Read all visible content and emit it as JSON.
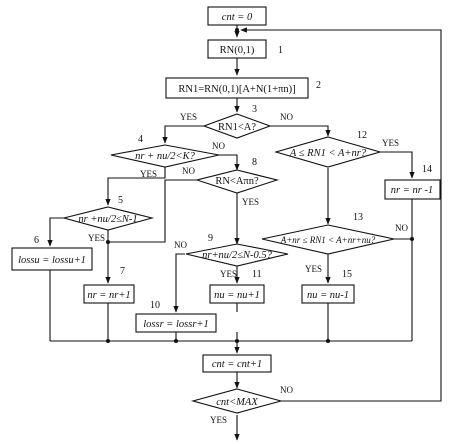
{
  "nodes": {
    "n_cnt0": {
      "text": "cnt = 0"
    },
    "n1": {
      "text": "RN(0,1)",
      "num": "1"
    },
    "n2": {
      "text": "RN1=RN(0,1)[A+N(1+πn)]",
      "num": "2"
    },
    "n3": {
      "text": "RN1<A?",
      "num": "3"
    },
    "n4": {
      "text": "nr + nu/2<K?",
      "num": "4"
    },
    "n5": {
      "text": "nr +nu/2≤N-1",
      "num": "5"
    },
    "n6": {
      "text": "lossu = lossu+1",
      "num": "6"
    },
    "n7": {
      "text": "nr = nr+1",
      "num": "7"
    },
    "n8": {
      "text": "RN<Aπn?",
      "num": "8"
    },
    "n9": {
      "text": "nr+nu/2≤N-0.5?",
      "num": "9"
    },
    "n10": {
      "text": "lossr = lossr+1",
      "num": "10"
    },
    "n11": {
      "text": "nu = nu+1",
      "num": "11"
    },
    "n12": {
      "text": "A ≤ RN1 < A+nr?",
      "num": "12"
    },
    "n13": {
      "text": "A+nr ≤ RN1 < A+nr+nu?",
      "num": "13"
    },
    "n14": {
      "text": "nr = nr -1",
      "num": "14"
    },
    "n15": {
      "text": "nu = nu-1",
      "num": "15"
    },
    "n_cntinc": {
      "text": "cnt = cnt+1"
    },
    "n_loop": {
      "text": "cnt<MAX"
    }
  },
  "labels": {
    "yes": "YES",
    "no": "NO"
  }
}
